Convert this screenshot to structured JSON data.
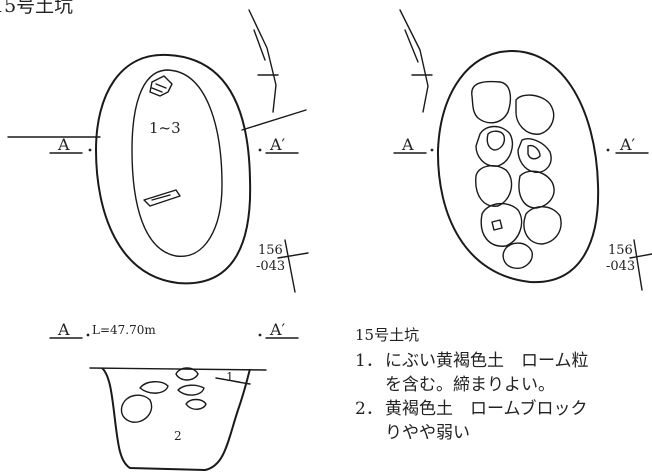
{
  "plan_left": {
    "title": "15号土坑",
    "section_a": "A",
    "section_a_prime": "A′",
    "finds_label": "1~3",
    "grid_top": "156",
    "grid_bottom": "-043"
  },
  "plan_right": {
    "section_a": "A",
    "section_a_prime": "A′",
    "grid_top": "156",
    "grid_bottom": "-043"
  },
  "profile": {
    "section_a": "A",
    "elevation": "L=47.70m",
    "section_a_prime": "A′",
    "layer_1": "1",
    "layer_2": "2"
  },
  "legend": {
    "title": "15号土坑",
    "items": [
      {
        "num": "1．",
        "lines": [
          "にぶい黄褐色土　ローム粒",
          "を含む。締まりよい。"
        ]
      },
      {
        "num": "2．",
        "lines": [
          "黄褐色土　ロームブロック",
          "りやや弱い"
        ]
      }
    ]
  }
}
